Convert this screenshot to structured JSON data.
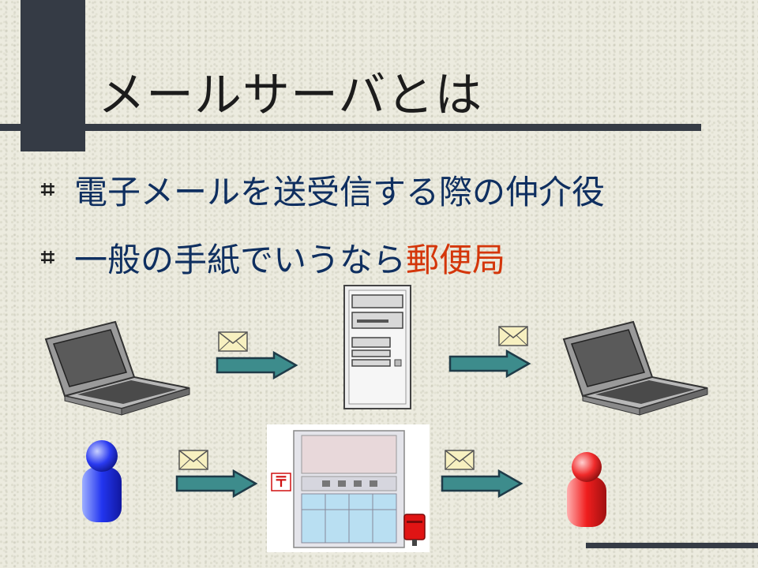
{
  "slide": {
    "title": "メールサーバとは",
    "bullets": [
      {
        "marker": "⌗",
        "text": "電子メールを送受信する際の仲介役"
      },
      {
        "marker": "⌗",
        "text_before": "一般の手紙でいうなら",
        "highlight": "郵便局"
      }
    ]
  },
  "post_office_sign": "〒",
  "colors": {
    "accent_dark": "#353b45",
    "bullet_text": "#0f2f60",
    "highlight": "#d4360a",
    "arrow_fill": "#3d8c8c",
    "sender_person": "#1a2ee6",
    "receiver_person": "#e61a1a"
  }
}
